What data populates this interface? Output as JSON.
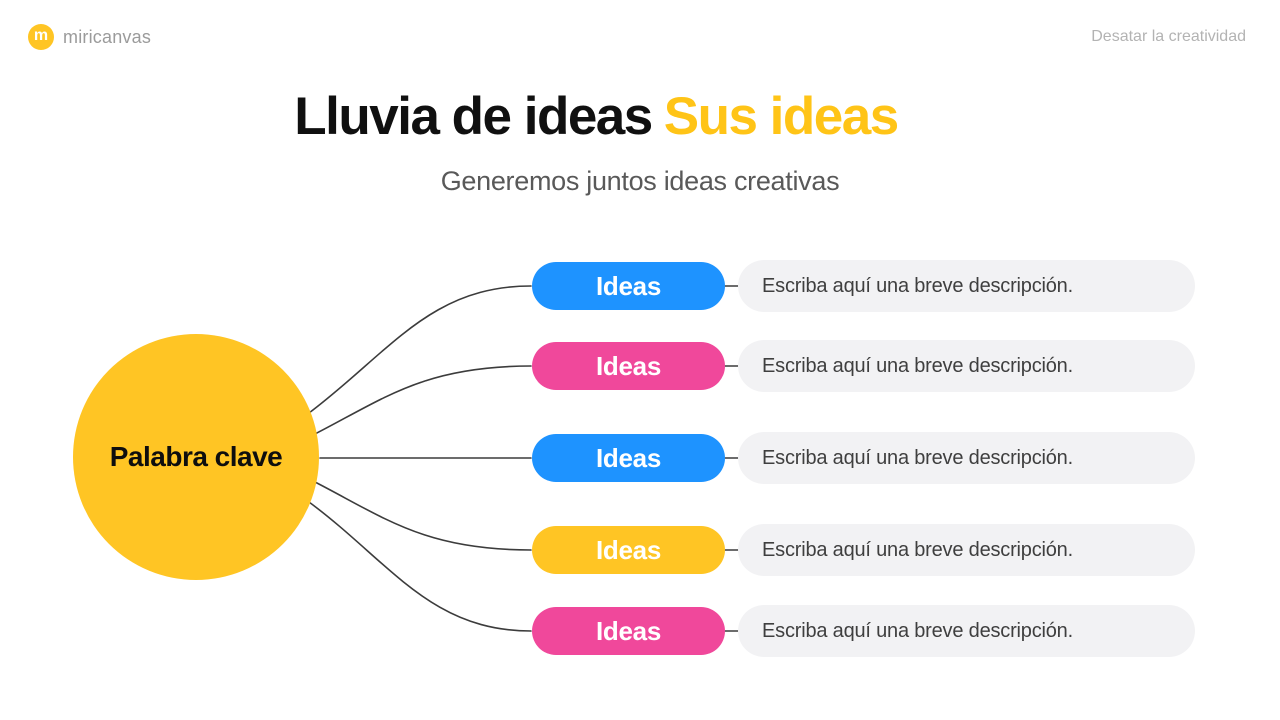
{
  "header": {
    "logo_text": "miricanvas",
    "logo_glyph": "m",
    "tagline": "Desatar la creatividad"
  },
  "title": {
    "main": "Lluvia de ideas",
    "accent": "Sus ideas"
  },
  "subtitle": "Generemos juntos ideas creativas",
  "center": {
    "label": "Palabra clave",
    "color": "#FFC524"
  },
  "branches": [
    {
      "label": "Ideas",
      "color": "#1E93FF",
      "description": "Escriba aquí una breve descripción."
    },
    {
      "label": "Ideas",
      "color": "#F0489B",
      "description": "Escriba aquí una breve descripción."
    },
    {
      "label": "Ideas",
      "color": "#1E93FF",
      "description": "Escriba aquí una breve descripción."
    },
    {
      "label": "Ideas",
      "color": "#FFC524",
      "description": "Escriba aquí una breve descripción."
    },
    {
      "label": "Ideas",
      "color": "#F0489B",
      "description": "Escriba aquí una breve descripción."
    }
  ],
  "colors": {
    "accent_yellow": "#FFC524",
    "blue": "#1E93FF",
    "pink": "#F0489B",
    "description_bg": "#F2F2F4",
    "connector": "#3C3C3C"
  }
}
